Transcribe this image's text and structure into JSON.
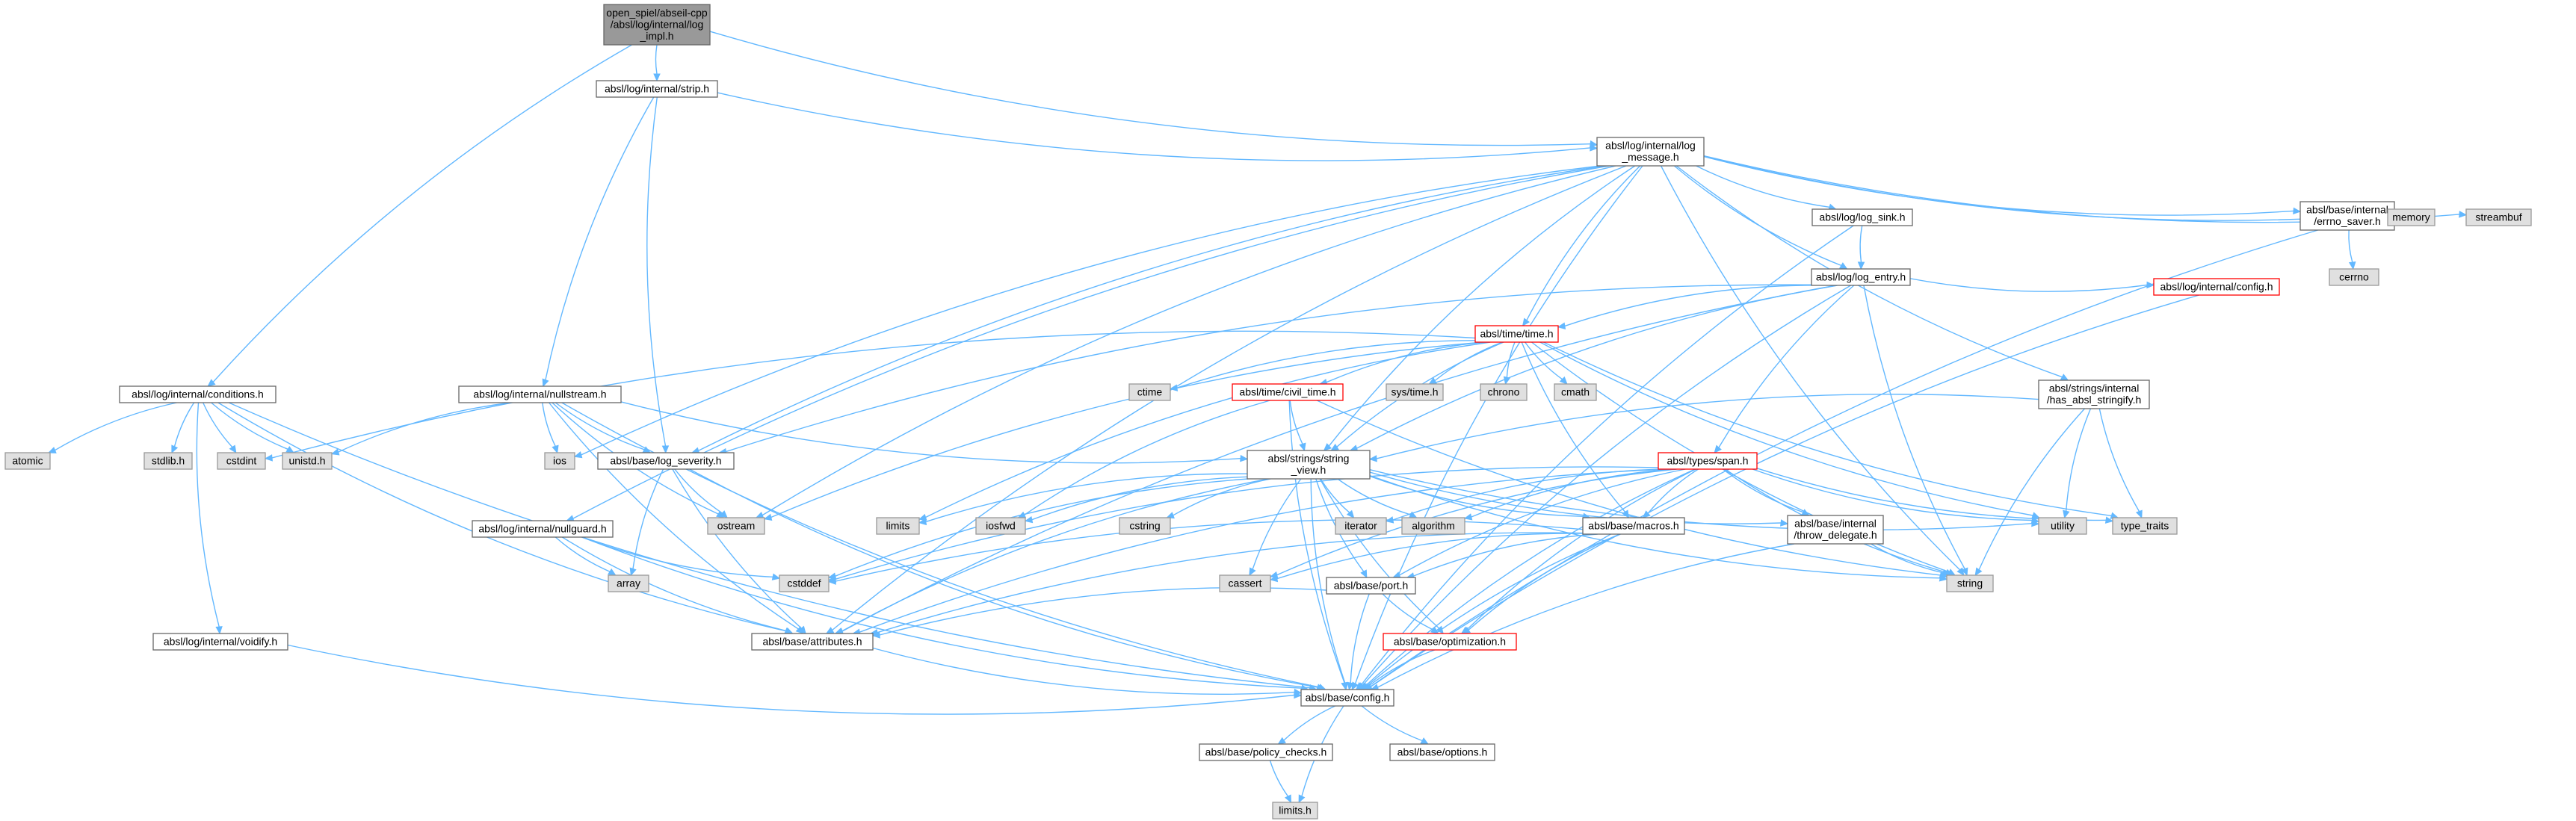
{
  "colors": {
    "edge": "#63b8ff",
    "root_fill": "#999999",
    "normal_fill": "#ffffff",
    "normal_stroke": "#666666",
    "external_fill": "#e0e0e0",
    "external_stroke": "#999999",
    "truncated_stroke": "#ff0000"
  },
  "nodes": [
    {
      "id": "root",
      "lines": [
        "open_spiel/abseil-cpp",
        "/absl/log/internal/log",
        "_impl.h"
      ],
      "kind": "root"
    },
    {
      "id": "strip",
      "lines": [
        "absl/log/internal/strip.h"
      ],
      "kind": "normal"
    },
    {
      "id": "log_message",
      "lines": [
        "absl/log/internal/log",
        "_message.h"
      ],
      "kind": "normal"
    },
    {
      "id": "log_sink",
      "lines": [
        "absl/log/log_sink.h"
      ],
      "kind": "normal"
    },
    {
      "id": "errno_saver",
      "lines": [
        "absl/base/internal",
        "/errno_saver.h"
      ],
      "kind": "normal"
    },
    {
      "id": "memory",
      "lines": [
        "memory"
      ],
      "kind": "external"
    },
    {
      "id": "streambuf",
      "lines": [
        "streambuf"
      ],
      "kind": "external"
    },
    {
      "id": "cerrno",
      "lines": [
        "cerrno"
      ],
      "kind": "external"
    },
    {
      "id": "log_entry",
      "lines": [
        "absl/log/log_entry.h"
      ],
      "kind": "normal"
    },
    {
      "id": "log_config",
      "lines": [
        "absl/log/internal/config.h"
      ],
      "kind": "truncated"
    },
    {
      "id": "time",
      "lines": [
        "absl/time/time.h"
      ],
      "kind": "truncated"
    },
    {
      "id": "ctime",
      "lines": [
        "ctime"
      ],
      "kind": "external"
    },
    {
      "id": "civil_time",
      "lines": [
        "absl/time/civil_time.h"
      ],
      "kind": "truncated"
    },
    {
      "id": "sys_time",
      "lines": [
        "sys/time.h"
      ],
      "kind": "external"
    },
    {
      "id": "chrono",
      "lines": [
        "chrono"
      ],
      "kind": "external"
    },
    {
      "id": "cmath",
      "lines": [
        "cmath"
      ],
      "kind": "external"
    },
    {
      "id": "has_absl_stringify",
      "lines": [
        "absl/strings/internal",
        "/has_absl_stringify.h"
      ],
      "kind": "normal"
    },
    {
      "id": "conditions",
      "lines": [
        "absl/log/internal/conditions.h"
      ],
      "kind": "normal"
    },
    {
      "id": "nullstream",
      "lines": [
        "absl/log/internal/nullstream.h"
      ],
      "kind": "normal"
    },
    {
      "id": "atomic",
      "lines": [
        "atomic"
      ],
      "kind": "external"
    },
    {
      "id": "stdlib",
      "lines": [
        "stdlib.h"
      ],
      "kind": "external"
    },
    {
      "id": "cstdint",
      "lines": [
        "cstdint"
      ],
      "kind": "external"
    },
    {
      "id": "unistd",
      "lines": [
        "unistd.h"
      ],
      "kind": "external"
    },
    {
      "id": "ios",
      "lines": [
        "ios"
      ],
      "kind": "external"
    },
    {
      "id": "log_severity",
      "lines": [
        "absl/base/log_severity.h"
      ],
      "kind": "normal"
    },
    {
      "id": "ostream",
      "lines": [
        "ostream"
      ],
      "kind": "external"
    },
    {
      "id": "string_view",
      "lines": [
        "absl/strings/string",
        "_view.h"
      ],
      "kind": "normal"
    },
    {
      "id": "limits",
      "lines": [
        "limits"
      ],
      "kind": "external"
    },
    {
      "id": "iosfwd",
      "lines": [
        "iosfwd"
      ],
      "kind": "external"
    },
    {
      "id": "cstring",
      "lines": [
        "cstring"
      ],
      "kind": "external"
    },
    {
      "id": "iterator",
      "lines": [
        "iterator"
      ],
      "kind": "external"
    },
    {
      "id": "algorithm",
      "lines": [
        "algorithm"
      ],
      "kind": "external"
    },
    {
      "id": "span",
      "lines": [
        "absl/types/span.h"
      ],
      "kind": "truncated"
    },
    {
      "id": "utility",
      "lines": [
        "utility"
      ],
      "kind": "external"
    },
    {
      "id": "type_traits",
      "lines": [
        "type_traits"
      ],
      "kind": "external"
    },
    {
      "id": "macros",
      "lines": [
        "absl/base/macros.h"
      ],
      "kind": "normal"
    },
    {
      "id": "throw_delegate",
      "lines": [
        "absl/base/internal",
        "/throw_delegate.h"
      ],
      "kind": "normal"
    },
    {
      "id": "string",
      "lines": [
        "string"
      ],
      "kind": "external"
    },
    {
      "id": "nullguard",
      "lines": [
        "absl/log/internal/nullguard.h"
      ],
      "kind": "normal"
    },
    {
      "id": "array",
      "lines": [
        "array"
      ],
      "kind": "external"
    },
    {
      "id": "cstddef",
      "lines": [
        "cstddef"
      ],
      "kind": "external"
    },
    {
      "id": "cassert",
      "lines": [
        "cassert"
      ],
      "kind": "external"
    },
    {
      "id": "port",
      "lines": [
        "absl/base/port.h"
      ],
      "kind": "normal"
    },
    {
      "id": "voidify",
      "lines": [
        "absl/log/internal/voidify.h"
      ],
      "kind": "normal"
    },
    {
      "id": "attributes",
      "lines": [
        "absl/base/attributes.h"
      ],
      "kind": "normal"
    },
    {
      "id": "optimization",
      "lines": [
        "absl/base/optimization.h"
      ],
      "kind": "truncated"
    },
    {
      "id": "config",
      "lines": [
        "absl/base/config.h"
      ],
      "kind": "normal"
    },
    {
      "id": "policy_checks",
      "lines": [
        "absl/base/policy_checks.h"
      ],
      "kind": "normal"
    },
    {
      "id": "options",
      "lines": [
        "absl/base/options.h"
      ],
      "kind": "normal"
    },
    {
      "id": "limits_h",
      "lines": [
        "limits.h"
      ],
      "kind": "external"
    }
  ],
  "edges": [
    [
      "root",
      "strip"
    ],
    [
      "root",
      "log_message"
    ],
    [
      "root",
      "conditions"
    ],
    [
      "strip",
      "log_message"
    ],
    [
      "strip",
      "nullstream"
    ],
    [
      "strip",
      "log_severity"
    ],
    [
      "log_message",
      "memory"
    ],
    [
      "log_message",
      "streambuf"
    ],
    [
      "log_message",
      "errno_saver"
    ],
    [
      "log_message",
      "log_sink"
    ],
    [
      "log_message",
      "log_entry"
    ],
    [
      "log_message",
      "time"
    ],
    [
      "log_message",
      "has_absl_stringify"
    ],
    [
      "log_message",
      "string_view"
    ],
    [
      "log_message",
      "string"
    ],
    [
      "log_message",
      "config"
    ],
    [
      "log_message",
      "attributes"
    ],
    [
      "log_message",
      "log_severity"
    ],
    [
      "log_message",
      "ostream"
    ],
    [
      "log_message",
      "ios"
    ],
    [
      "log_message",
      "nullguard"
    ],
    [
      "log_sink",
      "log_entry"
    ],
    [
      "log_sink",
      "config"
    ],
    [
      "errno_saver",
      "cerrno"
    ],
    [
      "errno_saver",
      "config"
    ],
    [
      "log_entry",
      "log_config"
    ],
    [
      "log_entry",
      "time"
    ],
    [
      "log_entry",
      "span"
    ],
    [
      "log_entry",
      "string_view"
    ],
    [
      "log_entry",
      "string"
    ],
    [
      "log_entry",
      "config"
    ],
    [
      "log_entry",
      "attributes"
    ],
    [
      "log_entry",
      "log_severity"
    ],
    [
      "log_config",
      "config"
    ],
    [
      "time",
      "ctime"
    ],
    [
      "time",
      "civil_time"
    ],
    [
      "time",
      "sys_time"
    ],
    [
      "time",
      "chrono"
    ],
    [
      "time",
      "cmath"
    ],
    [
      "time",
      "string_view"
    ],
    [
      "time",
      "macros"
    ],
    [
      "time",
      "limits"
    ],
    [
      "time",
      "ostream"
    ],
    [
      "time",
      "cstdint"
    ],
    [
      "time",
      "utility"
    ],
    [
      "time",
      "type_traits"
    ],
    [
      "time",
      "string"
    ],
    [
      "civil_time",
      "string_view"
    ],
    [
      "civil_time",
      "string"
    ],
    [
      "civil_time",
      "config"
    ],
    [
      "civil_time",
      "iosfwd"
    ],
    [
      "has_absl_stringify",
      "string_view"
    ],
    [
      "has_absl_stringify",
      "utility"
    ],
    [
      "has_absl_stringify",
      "type_traits"
    ],
    [
      "has_absl_stringify",
      "string"
    ],
    [
      "conditions",
      "atomic"
    ],
    [
      "conditions",
      "stdlib"
    ],
    [
      "conditions",
      "cstdint"
    ],
    [
      "conditions",
      "unistd"
    ],
    [
      "conditions",
      "voidify"
    ],
    [
      "conditions",
      "config"
    ],
    [
      "conditions",
      "attributes"
    ],
    [
      "nullstream",
      "unistd"
    ],
    [
      "nullstream",
      "ios"
    ],
    [
      "nullstream",
      "ostream"
    ],
    [
      "nullstream",
      "log_severity"
    ],
    [
      "nullstream",
      "string_view"
    ],
    [
      "nullstream",
      "attributes"
    ],
    [
      "nullstream",
      "config"
    ],
    [
      "log_severity",
      "array"
    ],
    [
      "log_severity",
      "ostream"
    ],
    [
      "log_severity",
      "attributes"
    ],
    [
      "log_severity",
      "config"
    ],
    [
      "string_view",
      "limits"
    ],
    [
      "string_view",
      "iosfwd"
    ],
    [
      "string_view",
      "cstring"
    ],
    [
      "string_view",
      "iterator"
    ],
    [
      "string_view",
      "algorithm"
    ],
    [
      "string_view",
      "utility"
    ],
    [
      "string_view",
      "string"
    ],
    [
      "string_view",
      "macros"
    ],
    [
      "string_view",
      "throw_delegate"
    ],
    [
      "string_view",
      "cstddef"
    ],
    [
      "string_view",
      "cassert"
    ],
    [
      "string_view",
      "port"
    ],
    [
      "string_view",
      "attributes"
    ],
    [
      "string_view",
      "optimization"
    ],
    [
      "string_view",
      "config"
    ],
    [
      "span",
      "iterator"
    ],
    [
      "span",
      "algorithm"
    ],
    [
      "span",
      "utility"
    ],
    [
      "span",
      "type_traits"
    ],
    [
      "span",
      "string"
    ],
    [
      "span",
      "macros"
    ],
    [
      "span",
      "throw_delegate"
    ],
    [
      "span",
      "cstddef"
    ],
    [
      "span",
      "cassert"
    ],
    [
      "span",
      "port"
    ],
    [
      "span",
      "attributes"
    ],
    [
      "span",
      "optimization"
    ],
    [
      "span",
      "config"
    ],
    [
      "macros",
      "cstddef"
    ],
    [
      "macros",
      "cassert"
    ],
    [
      "macros",
      "attributes"
    ],
    [
      "macros",
      "optimization"
    ],
    [
      "macros",
      "port"
    ],
    [
      "macros",
      "config"
    ],
    [
      "throw_delegate",
      "string"
    ],
    [
      "throw_delegate",
      "config"
    ],
    [
      "nullguard",
      "array"
    ],
    [
      "nullguard",
      "cstddef"
    ],
    [
      "nullguard",
      "attributes"
    ],
    [
      "nullguard",
      "config"
    ],
    [
      "port",
      "attributes"
    ],
    [
      "port",
      "optimization"
    ],
    [
      "port",
      "config"
    ],
    [
      "voidify",
      "config"
    ],
    [
      "attributes",
      "config"
    ],
    [
      "optimization",
      "config"
    ],
    [
      "config",
      "policy_checks"
    ],
    [
      "config",
      "options"
    ],
    [
      "config",
      "limits_h"
    ],
    [
      "policy_checks",
      "limits_h"
    ]
  ]
}
